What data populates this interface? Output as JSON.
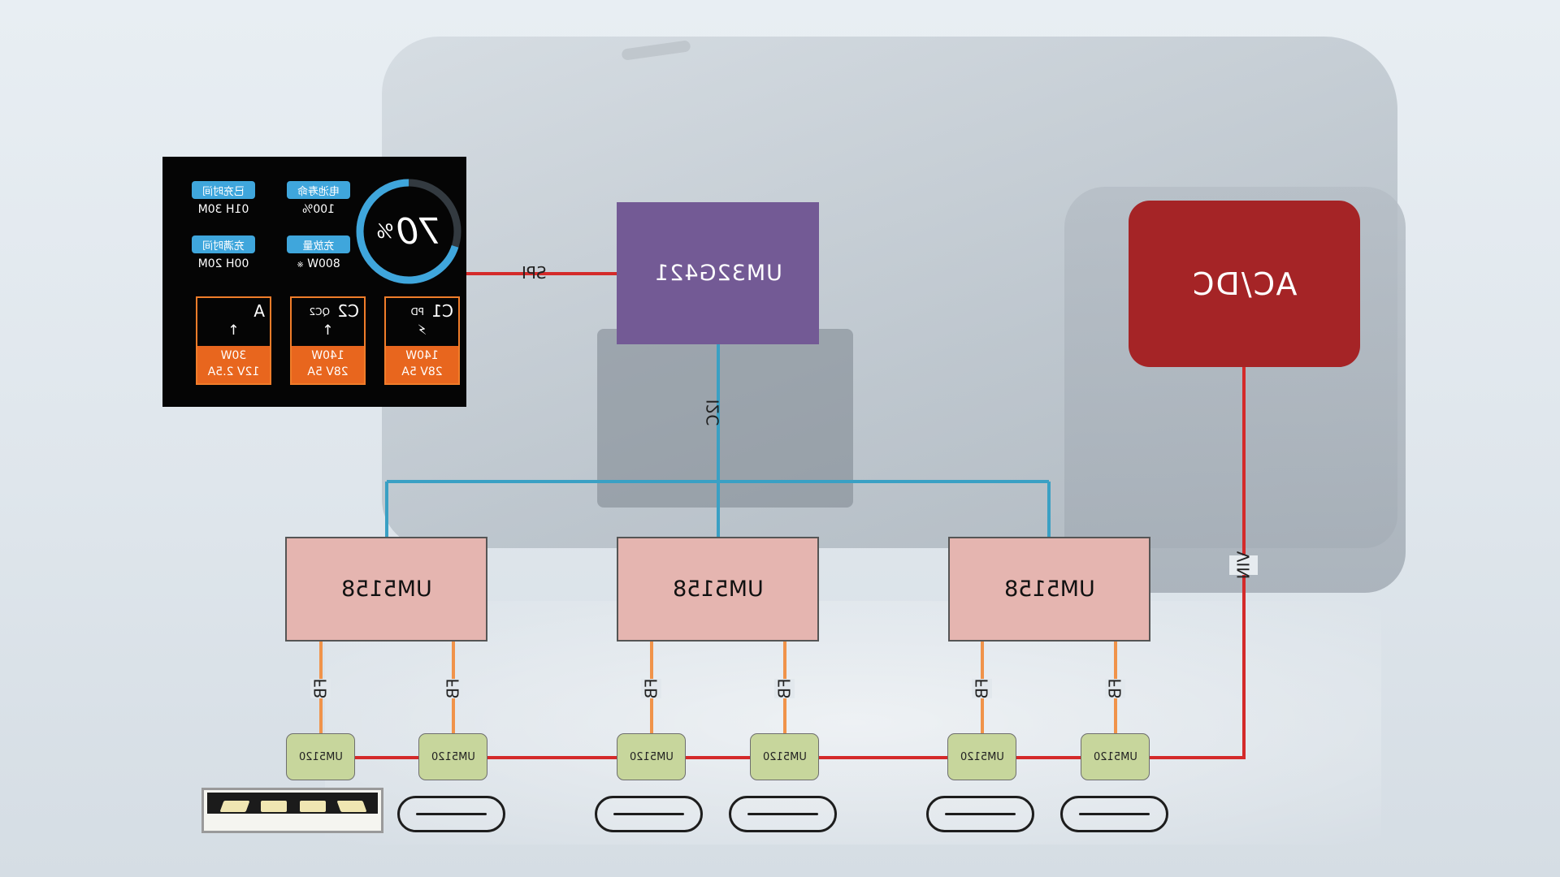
{
  "diagram": {
    "colors": {
      "power_line": "#d42a2a",
      "i2c_line": "#3aa0c4",
      "fb_line": "#f0934a",
      "mcu_fill": "#735a95",
      "acdc_fill": "#a52426",
      "um5158_fill": "#e5b5b0",
      "um5120_fill": "#c7d69c"
    },
    "mcu_label": "UM32G421",
    "acdc_label": "AC/DC",
    "pd_controllers": [
      {
        "label": "UM5158"
      },
      {
        "label": "UM5158"
      },
      {
        "label": "UM5158"
      }
    ],
    "switches": [
      {
        "label": "UM5120"
      },
      {
        "label": "UM5120"
      },
      {
        "label": "UM5120"
      },
      {
        "label": "UM5120"
      },
      {
        "label": "UM5120"
      },
      {
        "label": "UM5120"
      }
    ],
    "bus_labels": {
      "spi": "SPI",
      "i2c": "I2C",
      "vin": "VIN",
      "fb": "FB"
    },
    "connectors": [
      "usb-a-port",
      "usb-c-port",
      "usb-c-port",
      "usb-c-port",
      "usb-c-port",
      "usb-c-port"
    ]
  },
  "display": {
    "percent": "70",
    "percent_sign": "%",
    "ring_fill_fraction": 0.7,
    "stats": [
      {
        "tag": "电池寿命",
        "value": "100%"
      },
      {
        "tag": "已充时间",
        "value": "01H 30M"
      },
      {
        "tag": "充放量",
        "value": "800W"
      },
      {
        "tag": "充满时间",
        "value": "00H 20M"
      }
    ],
    "stat_unit": "※",
    "ports": [
      {
        "name": "C1",
        "proto": "PD",
        "icon": "⚡",
        "watt": "140W",
        "spec": "28V 5A"
      },
      {
        "name": "C2",
        "proto": "QC2",
        "icon": "↑",
        "watt": "140W",
        "spec": "28V 5A"
      },
      {
        "name": "A",
        "proto": "",
        "icon": "↑",
        "watt": "30W",
        "spec": "12V 2.5A"
      }
    ]
  }
}
